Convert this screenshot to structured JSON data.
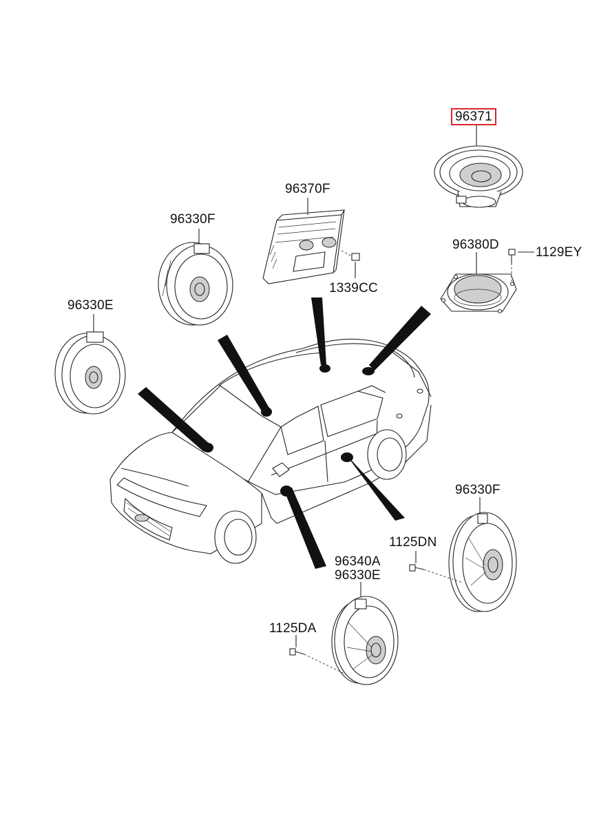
{
  "labels": {
    "part_96371": "96371",
    "part_96370F": "96370F",
    "part_96330F_top": "96330F",
    "part_96330E_left": "96330E",
    "part_96380D": "96380D",
    "part_1129EY": "1129EY",
    "part_1339CC": "1339CC",
    "part_96330F_right": "96330F",
    "part_1125DN": "1125DN",
    "part_96340A": "96340A",
    "part_96330E_bottom": "96330E",
    "part_1125DA": "1125DA"
  },
  "highlight_color": "#d8262b"
}
